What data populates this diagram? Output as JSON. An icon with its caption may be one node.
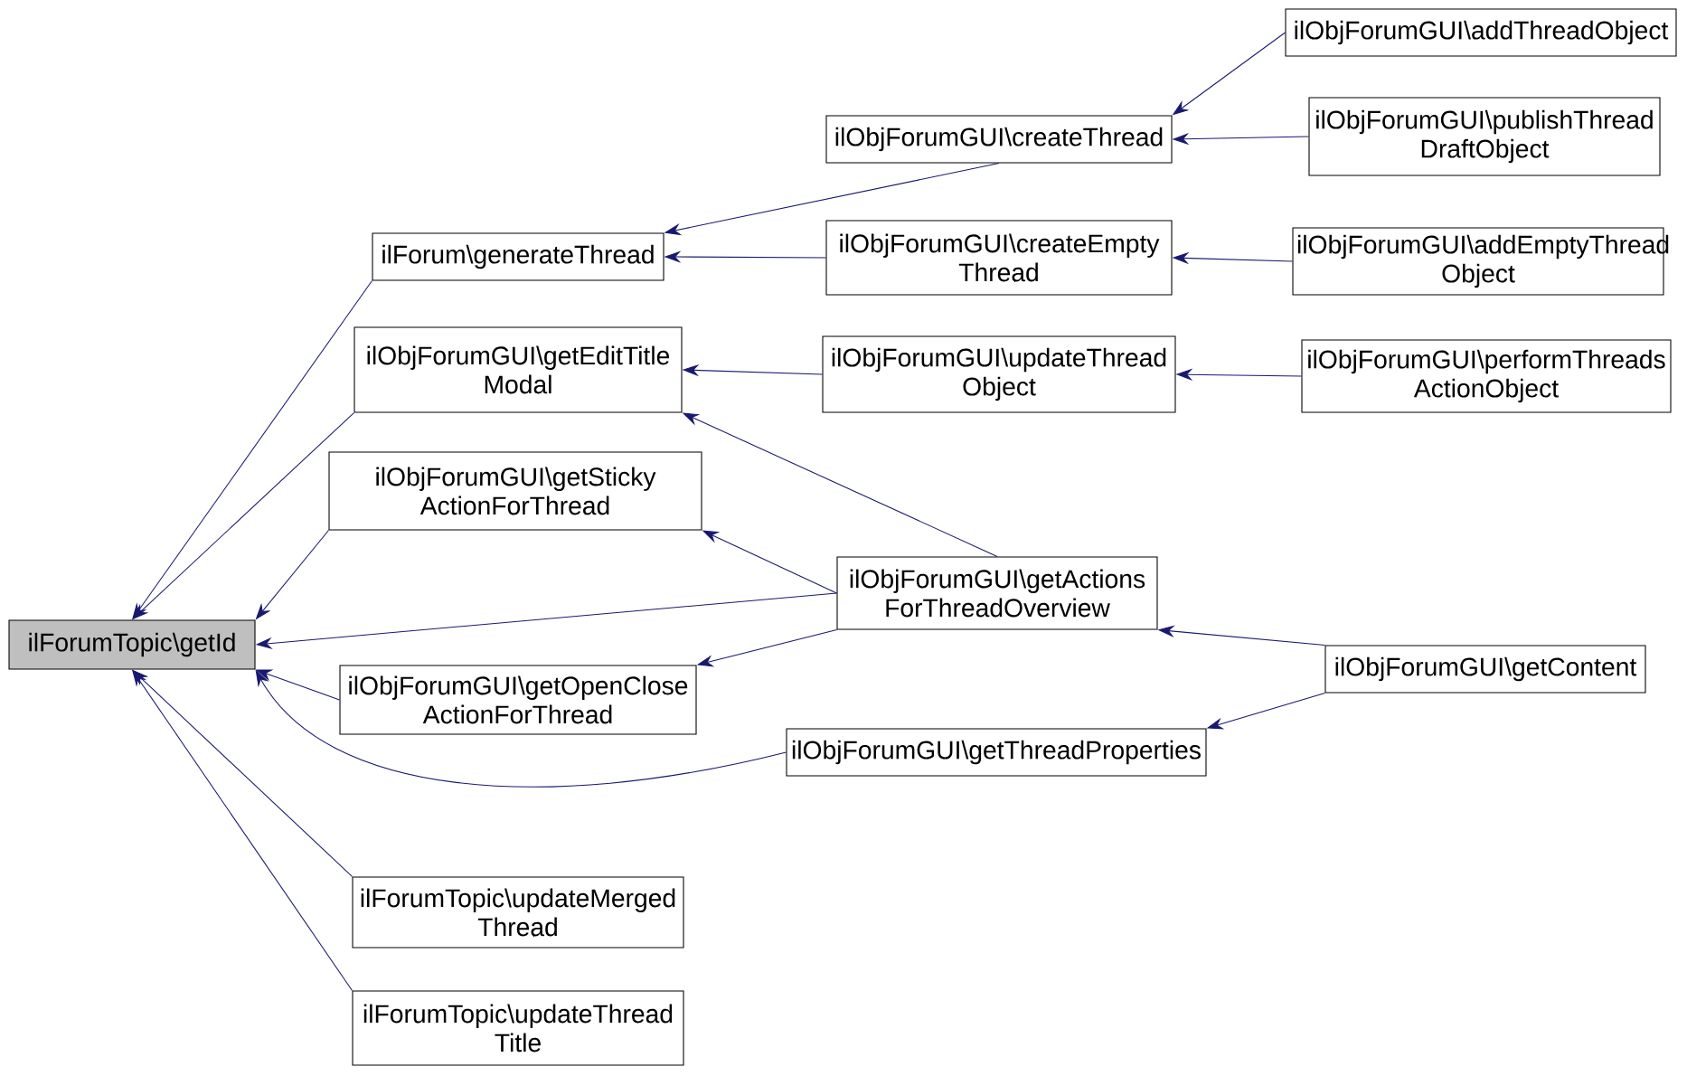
{
  "diagram": {
    "nodes": [
      {
        "text": [
          "ilForumTopic\\getId"
        ]
      },
      {
        "text": [
          "ilForum\\generateThread"
        ]
      },
      {
        "text": [
          "ilObjForumGUI\\getEditTitle Modal"
        ]
      },
      {
        "text": [
          "ilObjForumGUI\\getSticky ActionForThread"
        ]
      },
      {
        "text": [
          "ilObjForumGUI\\getOpenClose ActionForThread"
        ]
      },
      {
        "text": [
          "ilForumTopic\\updateMerged Thread"
        ]
      },
      {
        "text": [
          "ilForumTopic\\updateThread Title"
        ]
      },
      {
        "text": [
          "ilObjForumGUI\\createThread"
        ]
      },
      {
        "text": [
          "ilObjForumGUI\\createEmpty Thread"
        ]
      },
      {
        "text": [
          "ilObjForumGUI\\updateThread Object"
        ]
      },
      {
        "text": [
          "ilObjForumGUI\\getActions ForThreadOverview"
        ]
      },
      {
        "text": [
          "ilObjForumGUI\\getThreadProperties"
        ]
      },
      {
        "text": [
          "ilObjForumGUI\\addThreadObject"
        ]
      },
      {
        "text": [
          "ilObjForumGUI\\publishThread DraftObject"
        ]
      },
      {
        "text": [
          "ilObjForumGUI\\addEmptyThread Object"
        ]
      },
      {
        "text": [
          "ilObjForumGUI\\performThreads ActionObject"
        ]
      },
      {
        "text": [
          "ilObjForumGUI\\getContent"
        ]
      }
    ],
    "edges": [
      {
        "from": 1,
        "to": 0,
        "arrow": "to"
      },
      {
        "from": 2,
        "to": 0,
        "arrow": "to"
      },
      {
        "from": 3,
        "to": 0,
        "arrow": "to"
      },
      {
        "from": 4,
        "to": 0,
        "arrow": "to"
      },
      {
        "from": 5,
        "to": 0,
        "arrow": "to"
      },
      {
        "from": 6,
        "to": 0,
        "arrow": "to"
      },
      {
        "from": 10,
        "to": 0,
        "arrow": "to"
      },
      {
        "from": 11,
        "to": 0,
        "arrow": "to"
      },
      {
        "from": 7,
        "to": 1,
        "arrow": "to"
      },
      {
        "from": 8,
        "to": 1,
        "arrow": "to"
      },
      {
        "from": 9,
        "to": 2,
        "arrow": "to"
      },
      {
        "from": 10,
        "to": 2,
        "arrow": "to"
      },
      {
        "from": 10,
        "to": 3,
        "arrow": "to"
      },
      {
        "from": 10,
        "to": 4,
        "arrow": "to"
      },
      {
        "from": 12,
        "to": 7,
        "arrow": "to"
      },
      {
        "from": 13,
        "to": 7,
        "arrow": "to"
      },
      {
        "from": 14,
        "to": 8,
        "arrow": "to"
      },
      {
        "from": 15,
        "to": 9,
        "arrow": "to"
      },
      {
        "from": 16,
        "to": 10,
        "arrow": "to"
      },
      {
        "from": 16,
        "to": 11,
        "arrow": "to"
      }
    ]
  }
}
